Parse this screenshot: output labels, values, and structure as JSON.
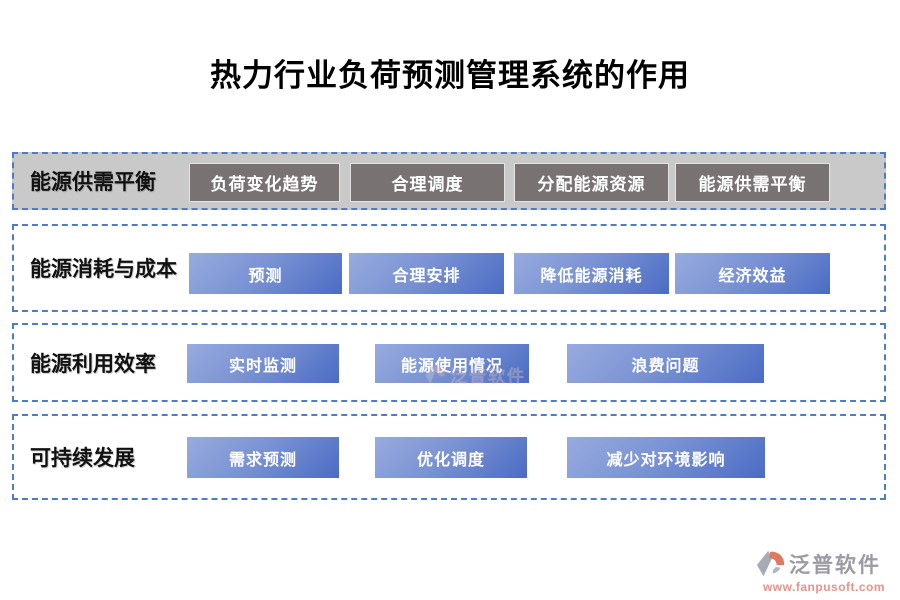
{
  "page": {
    "title": "热力行业负荷预测管理系统的作用"
  },
  "rows": [
    {
      "label": "能源供需平衡",
      "style": "gray",
      "buttons": [
        "负荷变化趋势",
        "合理调度",
        "分配能源资源",
        "能源供需平衡"
      ]
    },
    {
      "label": "能源消耗与成本",
      "style": "blue",
      "buttons": [
        "预测",
        "合理安排",
        "降低能源消耗",
        "经济效益"
      ]
    },
    {
      "label": "能源利用效率",
      "style": "blue",
      "buttons": [
        "实时监测",
        "能源使用情况",
        "浪费问题"
      ]
    },
    {
      "label": "可持续发展",
      "style": "blue",
      "buttons": [
        "需求预测",
        "优化调度",
        "减少对环境影响"
      ]
    }
  ],
  "watermark": {
    "brand": "泛普软件",
    "url": "www.fanpusoft.com"
  },
  "colors": {
    "row_border": "#4f7dc5",
    "row1_background": "#c9c9c9",
    "gray_button": "#787272",
    "blue_button_light": "#97abde",
    "blue_button_dark": "#4b6cc4",
    "brand_gray": "#9b9ba3",
    "url_coral": "#e8938b"
  }
}
